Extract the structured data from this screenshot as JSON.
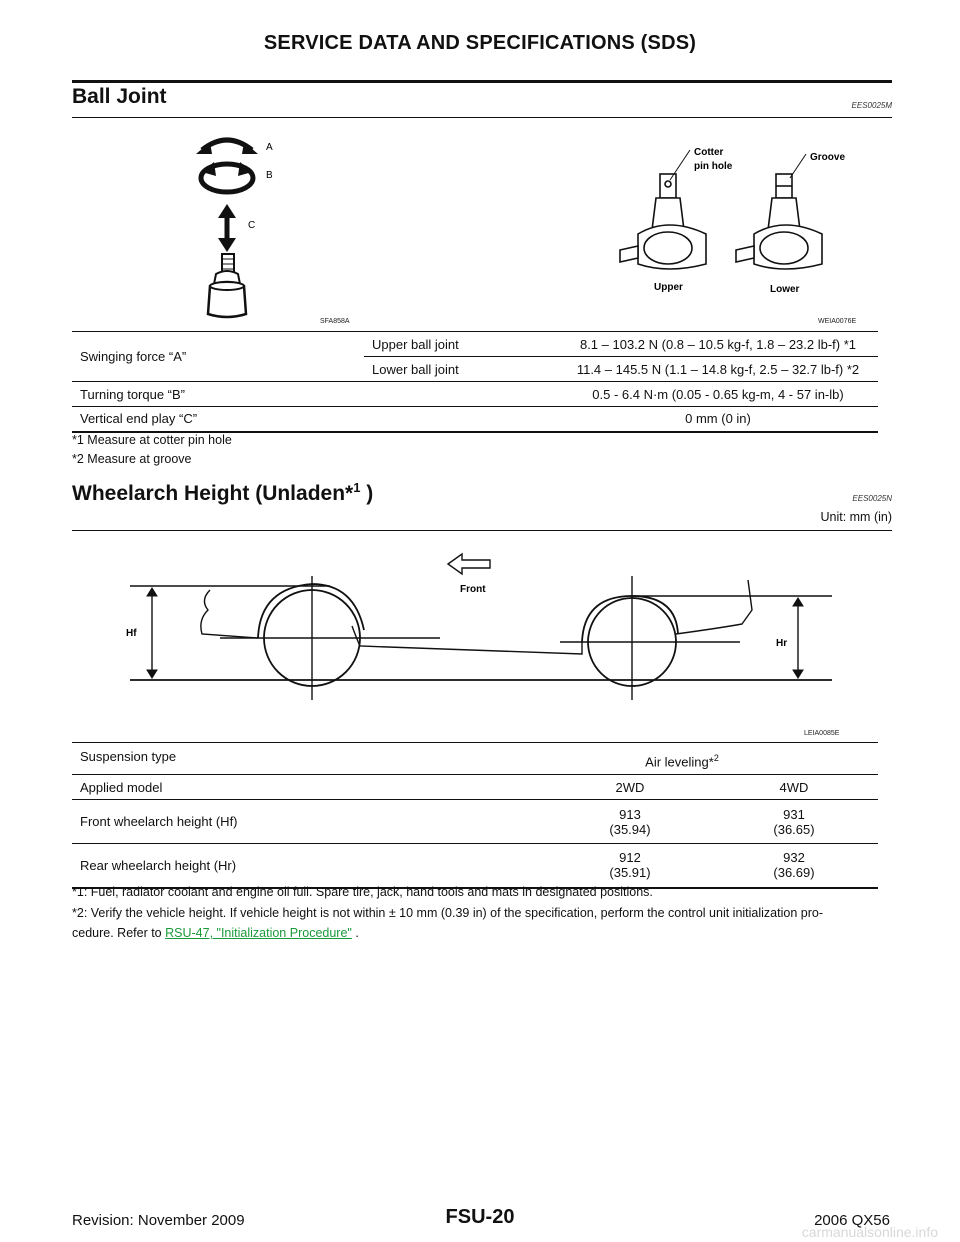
{
  "header": {
    "title": "SERVICE DATA AND SPECIFICATIONS (SDS)"
  },
  "ball_joint": {
    "title": "Ball Joint",
    "code": "EES0025M",
    "figure_left": {
      "labels": [
        "A",
        "B",
        "C"
      ],
      "code": "SFA858A"
    },
    "figure_right": {
      "labels": [
        "Cotter",
        "pin hole",
        "Groove",
        "Upper",
        "Lower"
      ],
      "code": "WEIA0076E"
    },
    "table": {
      "swing_label": "Swinging force “A”",
      "upper_label": "Upper ball joint",
      "upper_value": "8.1 – 103.2 N (0.8 – 10.5 kg-f, 1.8 – 23.2 lb-f) *1",
      "lower_label": "Lower ball joint",
      "lower_value": "11.4 – 145.5 N (1.1 – 14.8 kg-f, 2.5 – 32.7 lb-f) *2",
      "torque_label": "Turning torque “B”",
      "torque_value": "0.5 - 6.4 N·m (0.05 - 0.65 kg-m, 4 - 57 in-lb)",
      "endplay_label": "Vertical end play “C”",
      "endplay_value": "0 mm (0 in)"
    },
    "notes": [
      "*1 Measure at cotter pin hole",
      "*2 Measure at groove"
    ]
  },
  "wheelarch": {
    "title": "Wheelarch Height (Unladen*",
    "title_sup": "1",
    "title_end": " )",
    "code": "EES0025N",
    "unit": "Unit: mm (in)",
    "figure": {
      "labels": [
        "Front",
        "Hf",
        "Hr"
      ],
      "code": "LEIA0085E"
    },
    "table": {
      "susp_label": "Suspension type",
      "susp_value": "Air leveling*",
      "susp_sup": "2",
      "model_label": "Applied model",
      "model_2wd": "2WD",
      "model_4wd": "4WD",
      "front_label": "Front wheelarch height (Hf)",
      "front_2wd": "913",
      "front_2wd_in": "(35.94)",
      "front_4wd": "931",
      "front_4wd_in": "(36.65)",
      "rear_label": "Rear wheelarch height (Hr)",
      "rear_2wd": "912",
      "rear_2wd_in": "(35.91)",
      "rear_4wd": "932",
      "rear_4wd_in": "(36.69)"
    },
    "note1": "*1: Fuel, radiator coolant and engine oil full. Spare tire, jack, hand tools and mats in designated positions.",
    "note2": "*2: Verify the vehicle height. If vehicle height is not within ± 10 mm (0.39 in) of the specification, perform the control unit initialization pro-",
    "note3_prefix": "cedure. Refer to ",
    "note3_link": "RSU-47, \"Initialization Procedure\"",
    "note3_suffix": " ."
  },
  "footer": {
    "revision": "Revision: November 2009",
    "page": "FSU-20",
    "model": "2006 QX56",
    "watermark": "carmanualsonline.info"
  }
}
